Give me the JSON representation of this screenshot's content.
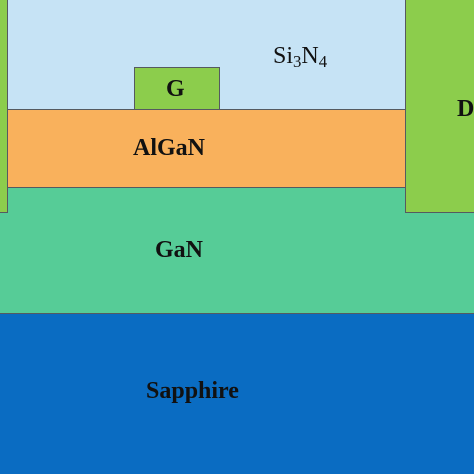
{
  "layers": {
    "sapphire": {
      "label": "Sapphire",
      "color": "#0a6cc2"
    },
    "gan": {
      "label": "GaN",
      "color": "#56cc97"
    },
    "algan": {
      "label": "AlGaN",
      "color": "#f9b15c"
    },
    "si3n4": {
      "label_base1": "Si",
      "label_sub1": "3",
      "label_base2": "N",
      "label_sub2": "4",
      "color": "#c6e3f5"
    }
  },
  "electrodes": {
    "gate": {
      "label": "G",
      "color": "#8ccd4c"
    },
    "drain": {
      "label": "D",
      "color": "#8ccd4c"
    },
    "source": {
      "label": "",
      "color": "#8ccd4c"
    }
  }
}
